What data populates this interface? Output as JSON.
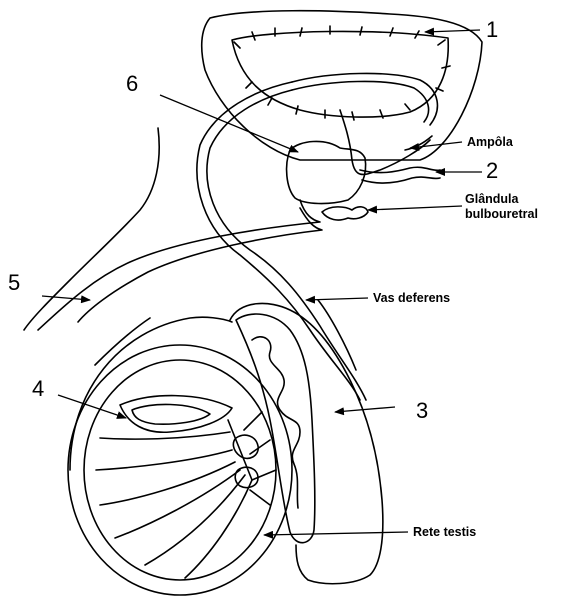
{
  "numbers": {
    "n1": "1",
    "n2": "2",
    "n3": "3",
    "n4": "4",
    "n5": "5",
    "n6": "6"
  },
  "labels": {
    "ampola": "Ampôla",
    "glandula_line1": "Glândula",
    "glandula_line2": "bulbouretral",
    "vas_deferens": "Vas deferens",
    "rete_testis": "Rete testis"
  }
}
